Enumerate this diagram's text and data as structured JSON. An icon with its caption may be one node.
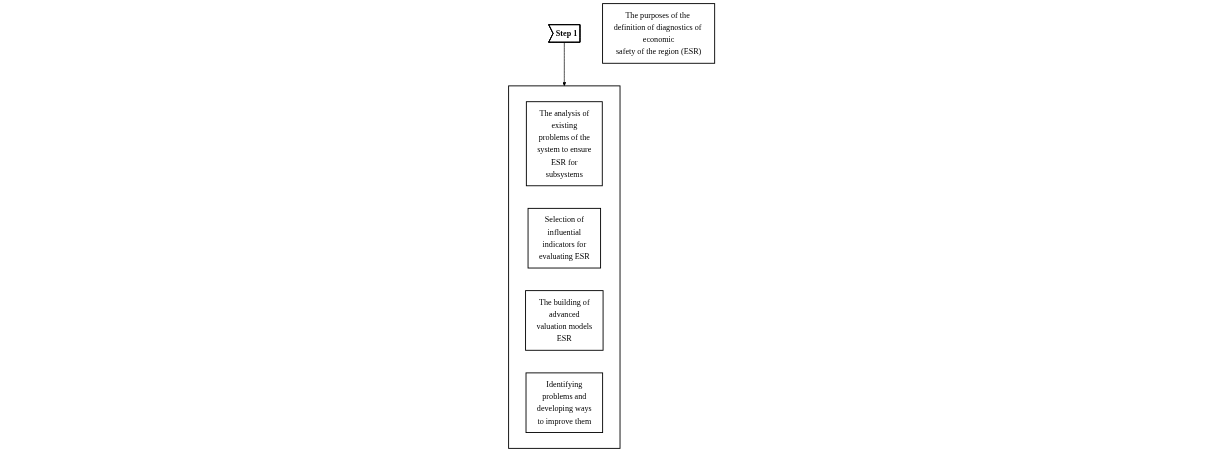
{
  "diagram": {
    "nodes": [
      {
        "text": [
          "Step 1"
        ]
      },
      {
        "text": [
          "The purposes of the definition of diagnostics of economic safety of the region (ESR)"
        ]
      },
      {
        "text": [],
        "shape": "box"
      },
      {
        "text": [
          "The analysis of existing problems of the system to ensure ESR for subsystems"
        ],
        "in": 2
      },
      {
        "text": [
          "Selection of influential indicators for evaluating ESR"
        ],
        "in": 2
      },
      {
        "text": [
          "The building of advanced valuation models ESR"
        ],
        "in": 2
      },
      {
        "text": [
          "Identifying problems and developing ways to improve them"
        ],
        "in": 2
      }
    ],
    "edges": [
      {
        "from": 0,
        "to": 2,
        "arrow": "to"
      }
    ]
  }
}
